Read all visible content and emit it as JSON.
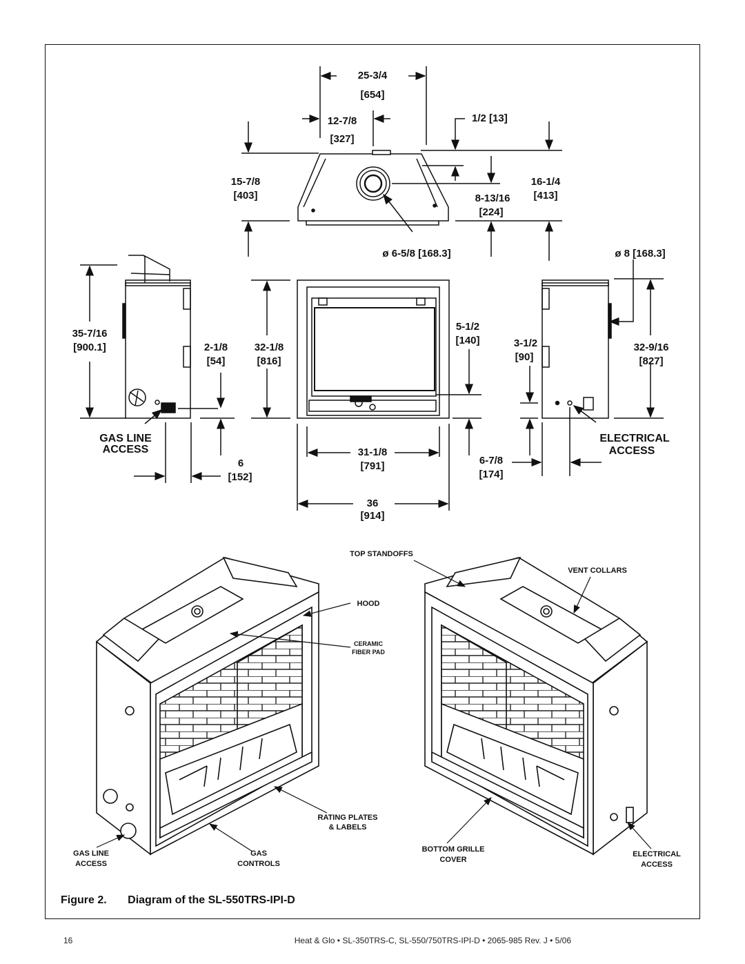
{
  "top_view": {
    "dim_overall_width": "25-3/4",
    "dim_overall_width_mm": "[654]",
    "dim_center_offset": "12-7/8",
    "dim_center_offset_mm": "[327]",
    "dim_top_step": "1/2 [13]",
    "dim_left_depth": "15-7/8",
    "dim_left_depth_mm": "[403]",
    "dim_collar_offset": "8-13/16",
    "dim_collar_offset_mm": "[224]",
    "dim_right_depth": "16-1/4",
    "dim_right_depth_mm": "[413]",
    "collar_dia": "ø 6-5/8 [168.3]",
    "collar_dia_right": "ø 8 [168.3]"
  },
  "left_side_view": {
    "dim_height": "35-7/16",
    "dim_height_mm": "[900.1]",
    "dim_gas": "2-1/8",
    "dim_gas_mm": "[54]",
    "gas_line_title_1": "GAS LINE",
    "gas_line_title_2": "ACCESS",
    "dim_gas_width": "6",
    "dim_gas_width_mm": "[152]"
  },
  "front_view": {
    "dim_height": "32-1/8",
    "dim_height_mm": "[816]",
    "dim_opening_h": "5-1/2",
    "dim_opening_h_mm": "[140]",
    "dim_inner_width": "31-1/8",
    "dim_inner_width_mm": "[791]",
    "dim_outer_width": "36",
    "dim_outer_width_mm": "[914]"
  },
  "right_side_view": {
    "dim_elec": "3-1/2",
    "dim_elec_mm": "[90]",
    "dim_height": "32-9/16",
    "dim_height_mm": "[827]",
    "elec_title_1": "ELECTRICAL",
    "elec_title_2": "ACCESS",
    "dim_elec_width": "6-7/8",
    "dim_elec_width_mm": "[174]"
  },
  "iso_labels": {
    "top_standoffs": "TOP STANDOFFS",
    "vent_collars": "VENT COLLARS",
    "hood": "HOOD",
    "ceramic_1": "CERAMIC",
    "ceramic_2": "FIBER PAD",
    "rating_1": "RATING PLATES",
    "rating_2": "& LABELS",
    "gas_line_1": "GAS LINE",
    "gas_line_2": "ACCESS",
    "gas_controls_1": "GAS",
    "gas_controls_2": "CONTROLS",
    "bottom_grille_1": "BOTTOM GRILLE",
    "bottom_grille_2": "COVER",
    "electrical_1": "ELECTRICAL",
    "electrical_2": "ACCESS"
  },
  "caption": {
    "figure": "Figure 2.",
    "title": "Diagram of the SL-550TRS-IPI-D"
  },
  "footer": {
    "page": "16",
    "doc": "Heat & Glo  •  SL-350TRS-C, SL-550/750TRS-IPI-D  •  2065-985  Rev. J  •  5/06"
  }
}
